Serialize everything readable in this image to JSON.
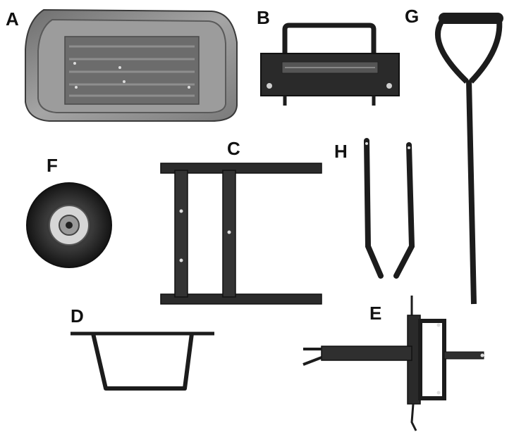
{
  "labels": {
    "a": "A",
    "b": "B",
    "c": "C",
    "d": "D",
    "e": "E",
    "f": "F",
    "g": "G",
    "h": "H"
  },
  "colors": {
    "metal_dark": "#1c1c1c",
    "metal_mid": "#3a3a3a",
    "tray_gray": "#8a8a8a",
    "tray_light": "#b8b8b8",
    "tire": "#2a2a2a",
    "hub": "#cfcfcf"
  },
  "icons": {
    "a": "cart-tray-icon",
    "b": "handle-bracket-icon",
    "c": "frame-icon",
    "d": "u-bracket-icon",
    "e": "axle-assembly-icon",
    "f": "wheel-icon",
    "g": "pull-handle-icon",
    "h": "support-bars-icon"
  }
}
